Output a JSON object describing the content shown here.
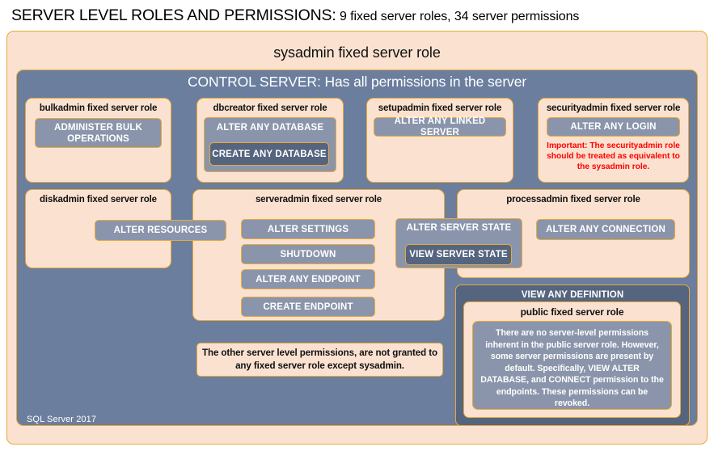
{
  "title": {
    "main": "SERVER LEVEL ROLES AND PERMISSIONS:",
    "sub": "9 fixed server roles, 34 server permissions"
  },
  "colors": {
    "peach": "#fbe2d0",
    "accent_border": "#e8a93a",
    "blue_mid": "#6b7e9e",
    "blue_dark": "#55657f",
    "blue_light": "#8d99b3",
    "permission_fill": "#8a95ab",
    "warning_text": "#ff0000",
    "text_dark": "#111111",
    "text_light": "#ffffff"
  },
  "sysadmin": {
    "label": "sysadmin  fixed  server  role"
  },
  "control_server": {
    "label": "CONTROL SERVER: Has all permissions in the server"
  },
  "footer": {
    "label": "SQL Server 2017"
  },
  "roles": {
    "bulkadmin": {
      "label": "bulkadmin  fixed server role",
      "permissions": [
        "ADMINISTER  BULK OPERATIONS"
      ]
    },
    "dbcreator": {
      "label": "dbcreator fixed server role",
      "permissions": [
        "ALTER ANY DATABASE",
        "CREATE  ANY DATABASE"
      ]
    },
    "setupadmin": {
      "label": "setupadmin fixed server role",
      "permissions": [
        "ALTER ANY LINKED SERVER"
      ]
    },
    "securityadmin": {
      "label": "securityadmin  fixed server role",
      "permissions": [
        "ALTER ANY LOGIN"
      ],
      "note": "Important:  The securityadmin role should  be treated  as equivalent to the  sysadmin role."
    },
    "diskadmin": {
      "label": "diskadmin  fixed server role",
      "permissions": [
        "ALTER RESOURCES"
      ]
    },
    "serveradmin": {
      "label": "serveradmin fixed server role",
      "permissions": [
        "ALTER SETTINGS",
        "SHUTDOWN",
        "ALTER ANY ENDPOINT",
        "CREATE  ENDPOINT"
      ]
    },
    "processadmin": {
      "label": "processadmin  fixed server role",
      "permissions": [
        "ALTER ANY CONNECTION"
      ]
    },
    "shared": {
      "alter_server_state": "ALTER SERVER  STATE",
      "view_server_state": "VIEW SERVER  STATE"
    },
    "public": {
      "view_any_definition": "VIEW ANY DEFINITION",
      "label": "public  fixed server role",
      "description": "There are no server-level permissions inherent in the public server role. However, some server permissions are present by default. Specifically, VIEW ALTER DATABASE, and CONNECT permission to the endpoints. These permissions can be revoked."
    }
  },
  "callout": {
    "text": "The other server level permissions,  are not granted to any fixed server role except sysadmin."
  }
}
